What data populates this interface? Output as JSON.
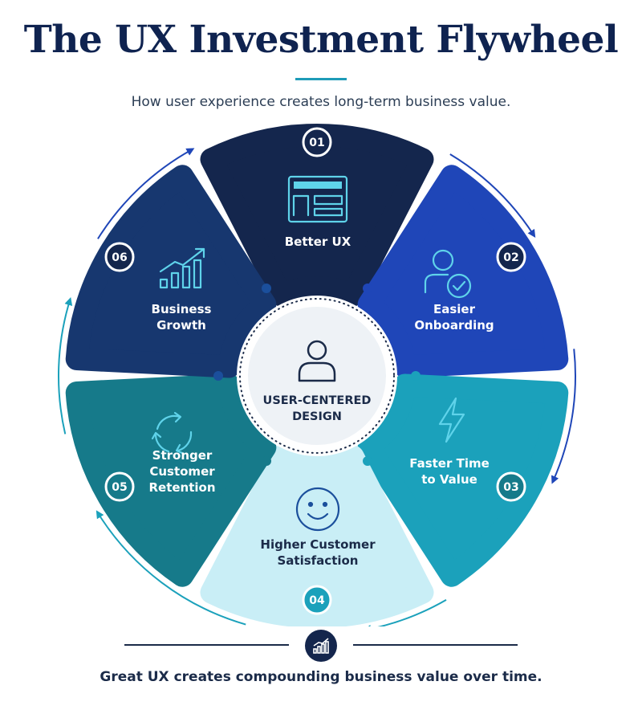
{
  "header": {
    "title": "The UX Investment Flywheel",
    "subtitle": "How user experience creates long-term business value."
  },
  "center": {
    "line1": "USER-CENTERED",
    "line2": "DESIGN",
    "icon": "user-icon"
  },
  "steps": [
    {
      "number": "01",
      "lines": [
        "Better UX"
      ],
      "icon": "browser-layout-icon",
      "color": "#14264d",
      "text_color": "#ffffff"
    },
    {
      "number": "02",
      "lines": [
        "Easier",
        "Onboarding"
      ],
      "icon": "user-check-icon",
      "color": "#1f46b8",
      "text_color": "#ffffff"
    },
    {
      "number": "03",
      "lines": [
        "Faster Time",
        "to Value"
      ],
      "icon": "lightning-bolt-icon",
      "color": "#1ba1bb",
      "text_color": "#ffffff"
    },
    {
      "number": "04",
      "lines": [
        "Higher Customer",
        "Satisfaction"
      ],
      "icon": "smiley-face-icon",
      "color": "#c9eef6",
      "text_color": "#1b2b49"
    },
    {
      "number": "05",
      "lines": [
        "Stronger",
        "Customer",
        "Retention"
      ],
      "icon": "cycle-arrows-icon",
      "color": "#167a8a",
      "text_color": "#ffffff"
    },
    {
      "number": "06",
      "lines": [
        "Business",
        "Growth"
      ],
      "icon": "growth-chart-icon",
      "color": "#17376f",
      "text_color": "#ffffff"
    }
  ],
  "colors": {
    "arrow": "#1f46b8",
    "arrow_light": "#1ba1bb",
    "accent": "#1e9bb8",
    "navy": "#14264d"
  },
  "footer": {
    "text": "Great UX creates compounding business value over time.",
    "icon": "growth-chart-icon"
  }
}
